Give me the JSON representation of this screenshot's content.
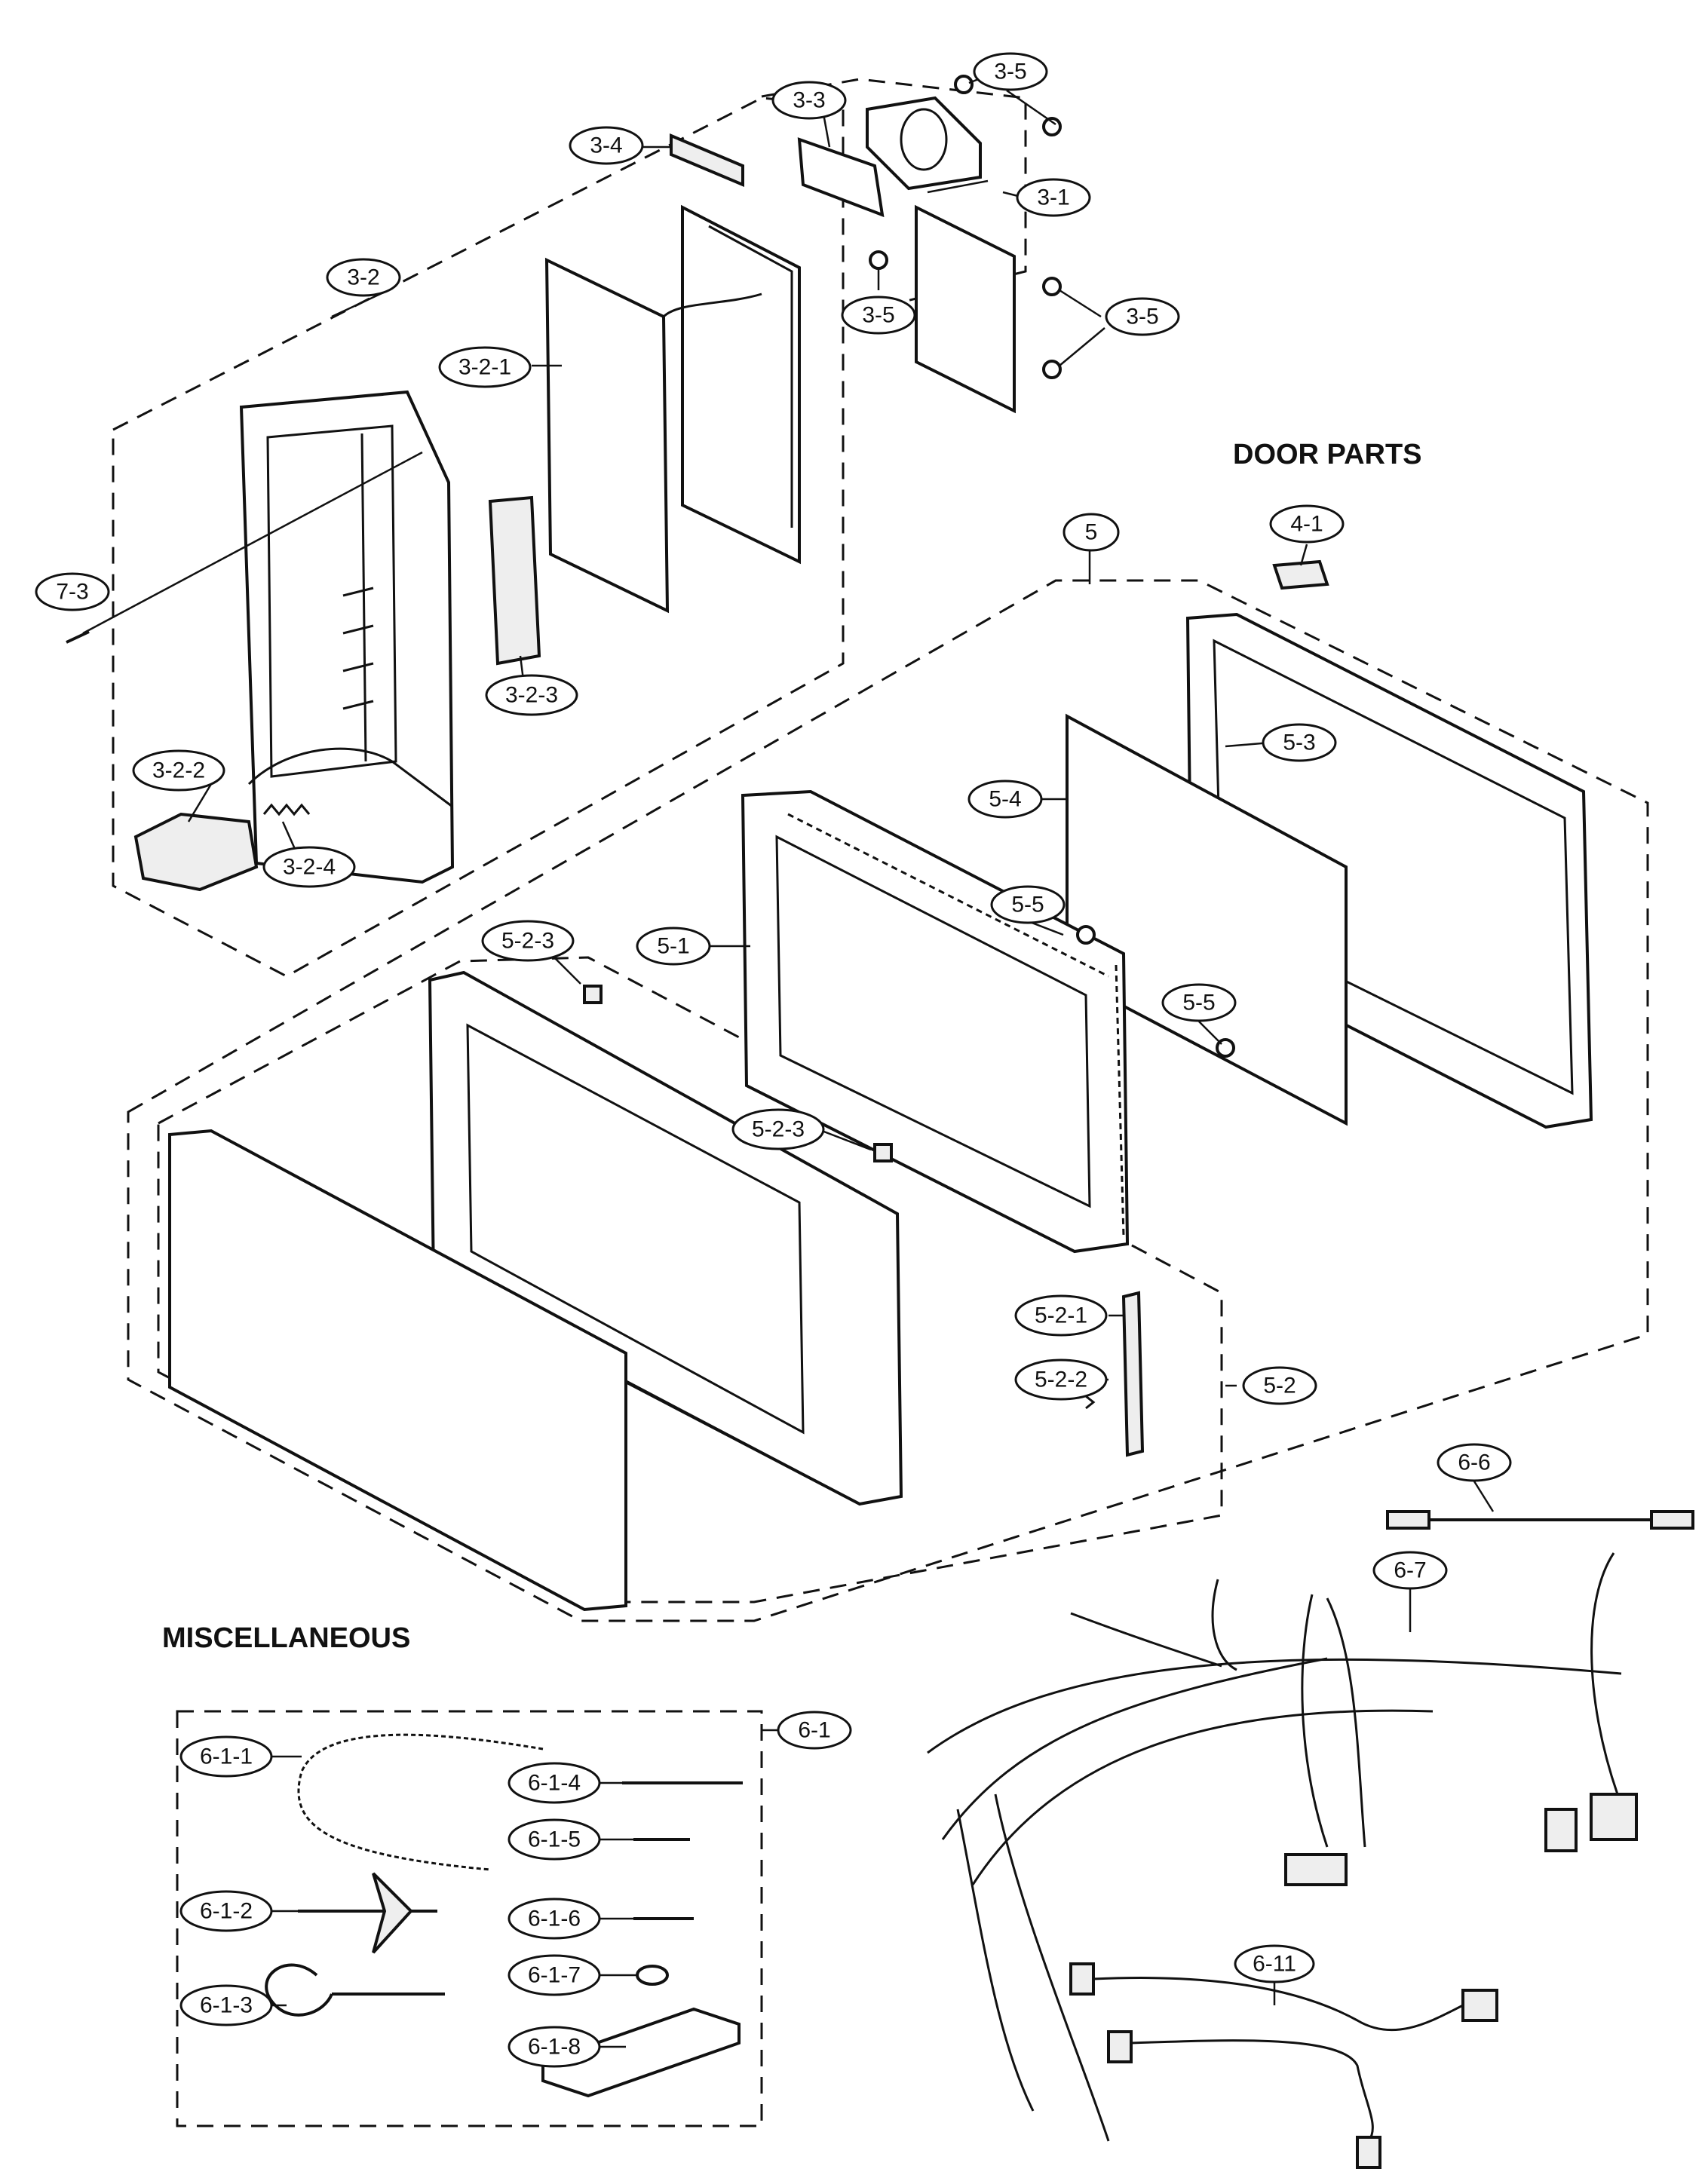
{
  "headings": {
    "door_parts": "DOOR PARTS",
    "miscellaneous": "MISCELLANEOUS"
  },
  "labels": {
    "p3_1": "3-1",
    "p3_2": "3-2",
    "p3_2_1": "3-2-1",
    "p3_2_2": "3-2-2",
    "p3_2_3": "3-2-3",
    "p3_2_4": "3-2-4",
    "p3_3": "3-3",
    "p3_4": "3-4",
    "p3_5": "3-5",
    "p4_1": "4-1",
    "p5": "5",
    "p5_1": "5-1",
    "p5_2": "5-2",
    "p5_2_1": "5-2-1",
    "p5_2_2": "5-2-2",
    "p5_2_3": "5-2-3",
    "p5_3": "5-3",
    "p5_4": "5-4",
    "p5_5": "5-5",
    "p6_1": "6-1",
    "p6_1_1": "6-1-1",
    "p6_1_2": "6-1-2",
    "p6_1_3": "6-1-3",
    "p6_1_4": "6-1-4",
    "p6_1_5": "6-1-5",
    "p6_1_6": "6-1-6",
    "p6_1_7": "6-1-7",
    "p6_1_8": "6-1-8",
    "p6_6": "6-6",
    "p6_7": "6-7",
    "p6_11": "6-11",
    "p7_3": "7-3"
  }
}
